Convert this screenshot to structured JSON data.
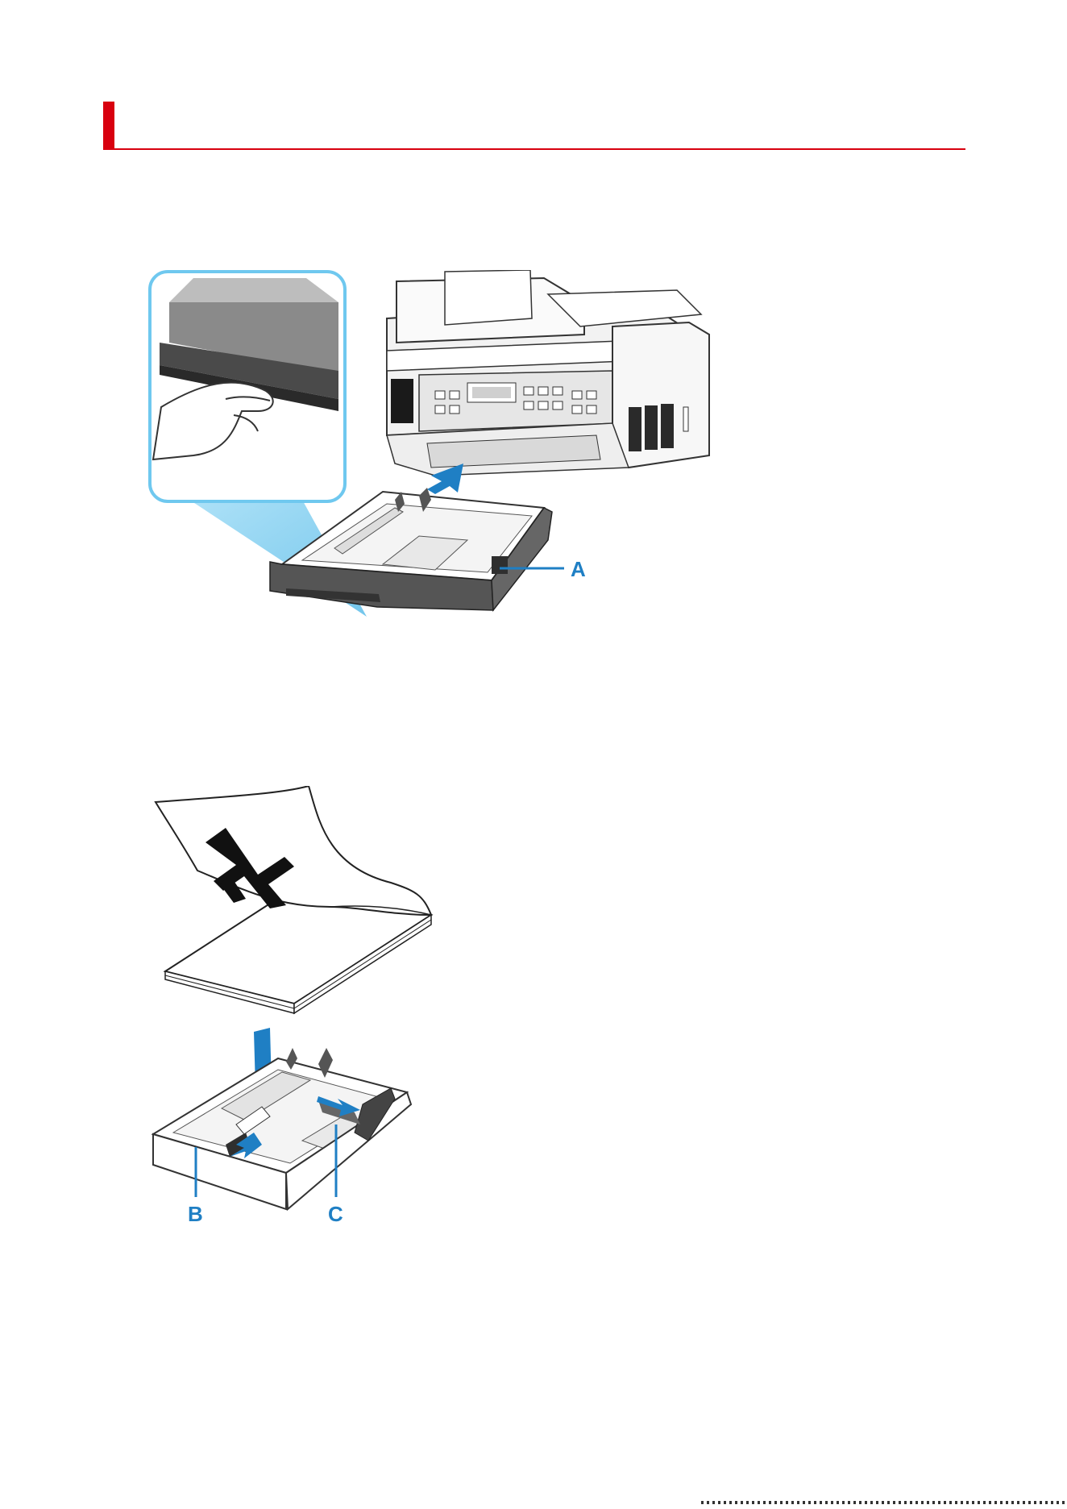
{
  "heading": {
    "text": ""
  },
  "figures": {
    "printer": {
      "callouts": [
        {
          "id": "A",
          "label": "A"
        }
      ]
    },
    "cassette": {
      "callouts": [
        {
          "id": "B",
          "label": "B"
        },
        {
          "id": "C",
          "label": "C"
        }
      ]
    }
  },
  "colors": {
    "accent_red": "#d8000f",
    "callout_blue": "#1f7fc4",
    "zoom_blue": "#6fc8ef"
  },
  "icons": [
    "printer-illustration",
    "cassette-zoom-illustration",
    "paper-load-illustration",
    "arrow-icon"
  ]
}
